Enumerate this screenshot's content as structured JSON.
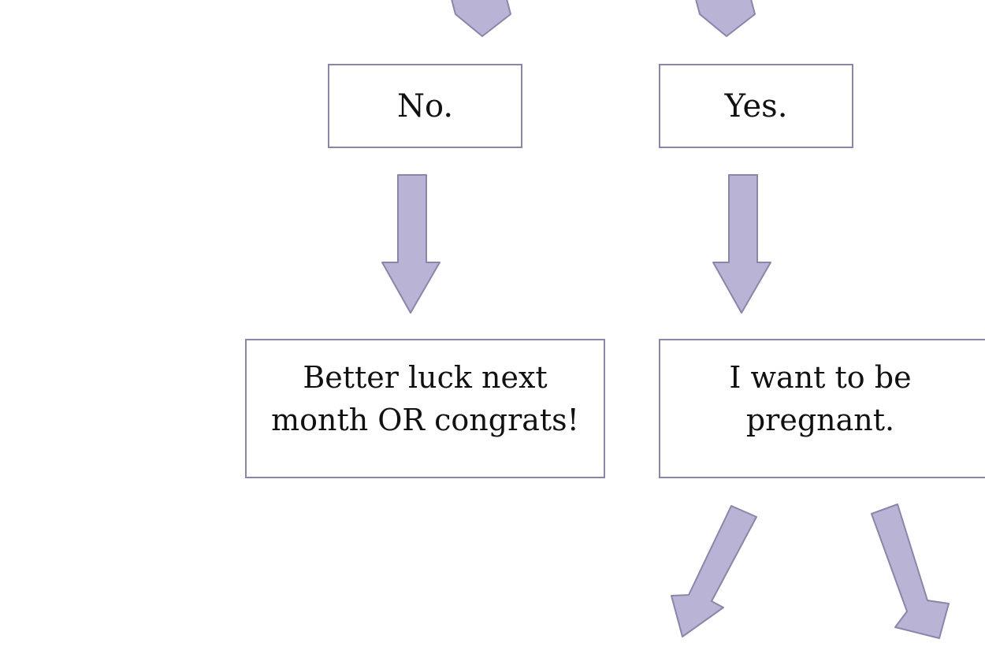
{
  "diagram": {
    "arrow_color": "#b9b3d6",
    "arrow_stroke": "#8a86a8",
    "box_border": "#8a86a8",
    "nodes": {
      "no": "No.",
      "yes": "Yes.",
      "better_luck": "Better luck next\nmonth OR congrats!",
      "want_pregnant": "I want to be\npregnant."
    }
  }
}
